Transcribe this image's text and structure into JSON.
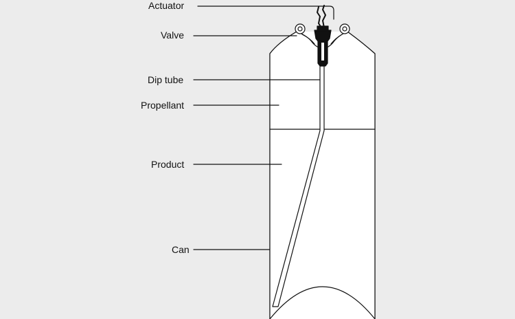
{
  "labels": {
    "actuator": "Actuator",
    "valve": "Valve",
    "dip_tube": "Dip tube",
    "propellant": "Propellant",
    "product": "Product",
    "can": "Can"
  },
  "colors": {
    "background": "#ececec",
    "line": "#111111",
    "can_fill": "#ffffff"
  }
}
